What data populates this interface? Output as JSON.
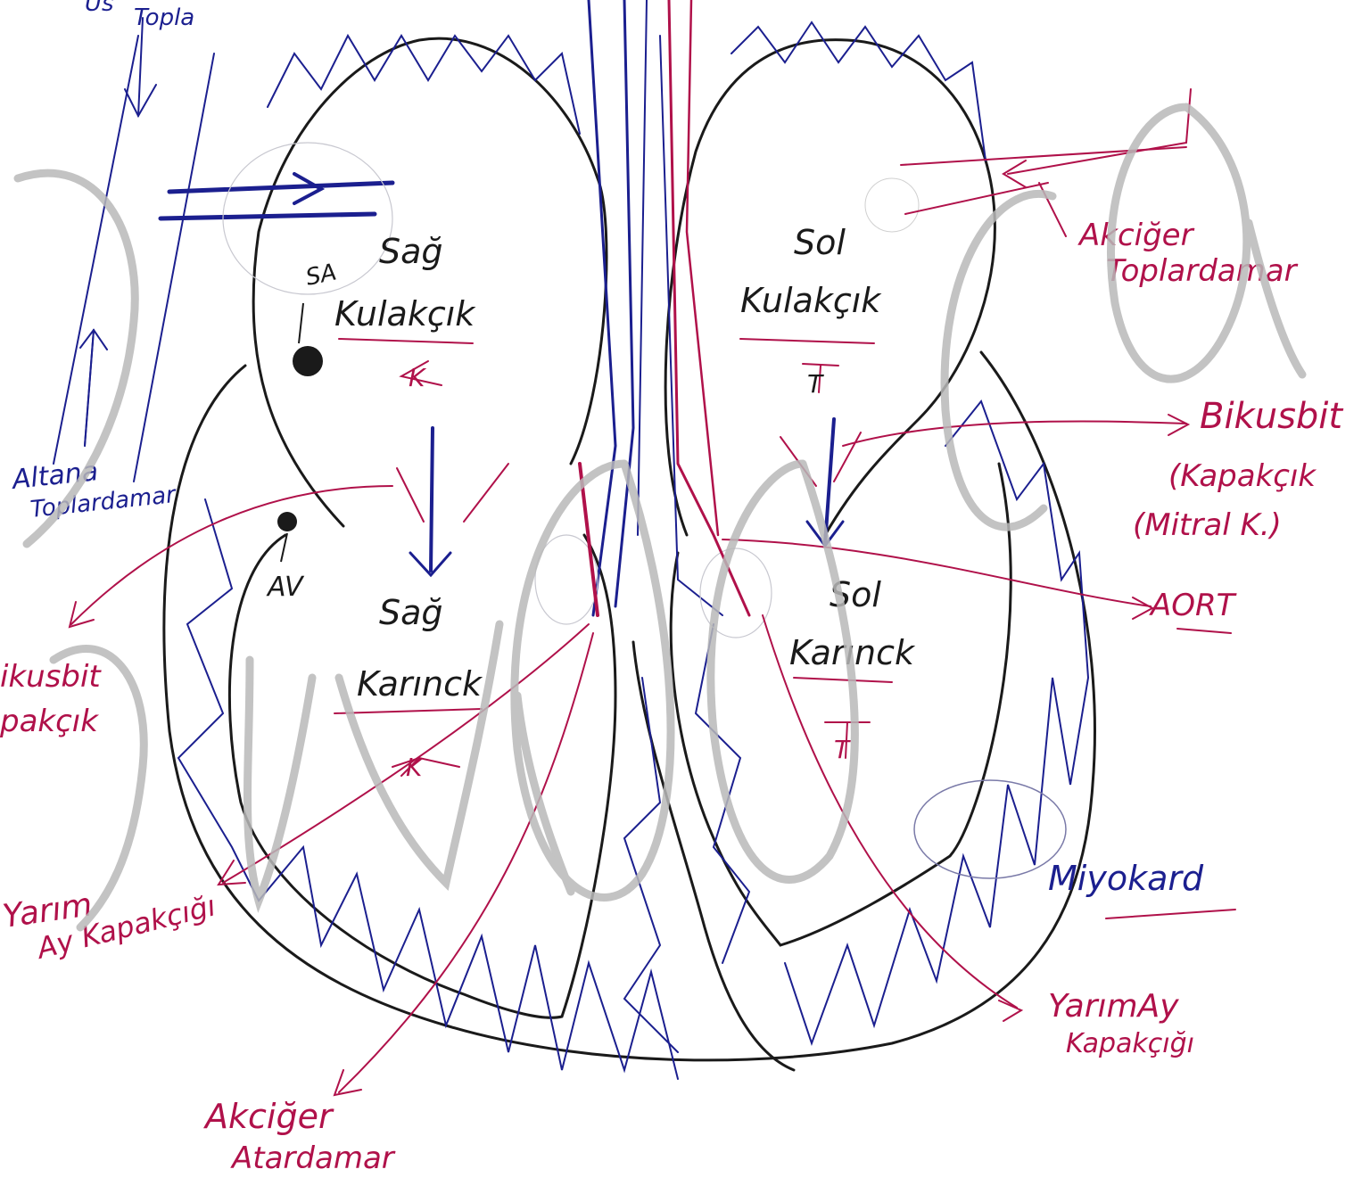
{
  "colors": {
    "ink_black": "#1a1a1a",
    "ink_blue": "#1b1f8f",
    "ink_red": "#b0114a",
    "watermark": "#b9b9b9",
    "paper": "#ffffff"
  },
  "labels": {
    "top_left_partial_1": "Üs",
    "top_left_partial_2": "Topla",
    "sag_kulakcik_sa": "SA",
    "sag_kulakcik_1": "Sağ",
    "sag_kulakcik_2": "Kulakçık",
    "sag_kulakcik_k": "K",
    "sol_kulakcik_1": "Sol",
    "sol_kulakcik_2": "Kulakçık",
    "sol_kulakcik_t": "T",
    "sag_karincik_1": "Sağ",
    "sag_karincik_2": "Karınck",
    "sag_karincik_k": "K",
    "sol_karincik_1": "Sol",
    "sol_karincik_2": "Karınck",
    "sol_karincik_t": "T",
    "av": "AV",
    "altana_1": "Altana",
    "altana_2": "Toplardamar",
    "akciger_top_1": "Akciğer",
    "akciger_top_2": "Toplardamar",
    "bikusbit_1": "Bikusbit",
    "bikusbit_2": "(Kapakçık",
    "bikusbit_3": "(Mitral K.)",
    "aort": "AORT",
    "trikusbit_1": "ikusbit",
    "trikusbit_2": "pakçık",
    "yarim_ay_left_1": "Yarım",
    "yarim_ay_left_2": "Ay Kapakçığı",
    "yarim_ay_right_1": "YarımAy",
    "yarim_ay_right_2": "Kapakçığı",
    "miyokard": "Miyokard",
    "akciger_atar_1": "Akciğer",
    "akciger_atar_2": "Atardamar"
  }
}
